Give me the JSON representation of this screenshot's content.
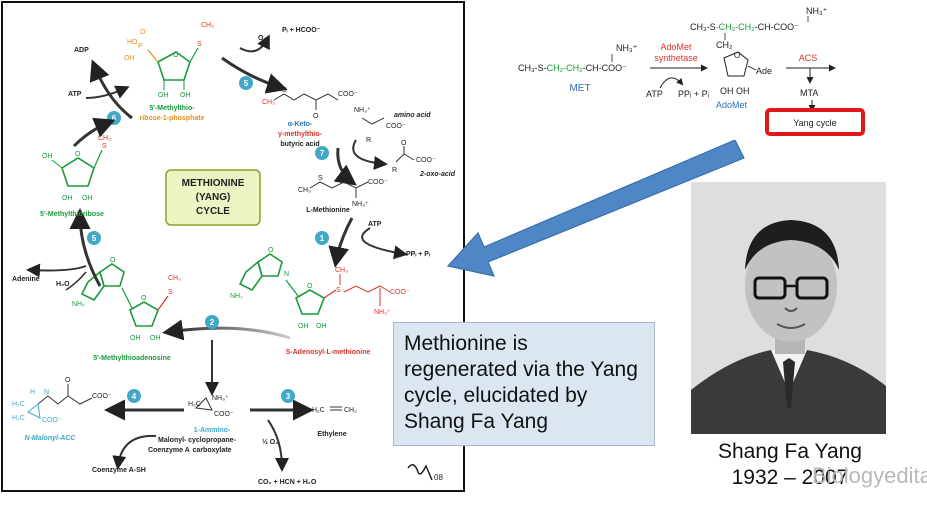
{
  "cycle": {
    "center_title": [
      "METHIONINE",
      "(YANG)",
      "CYCLE"
    ],
    "signature": "08",
    "steps": [
      "1",
      "2",
      "3",
      "4",
      "5",
      "6",
      "7",
      "5"
    ],
    "compounds": {
      "mtr1p": [
        "5'-Methylthio-",
        "ribose-1-phosphate"
      ],
      "kmba": [
        "α-Keto-",
        "γ-methylthio-",
        "butyric acid"
      ],
      "methionine": "L-Methionine",
      "sam": "S-Adenosyl-L-methionine",
      "mta": "5'-Methylthioadenosine",
      "mtr": "5'-Methylthioribose",
      "acc": [
        "1-Ammino-",
        "cyclopropane-",
        "carboxylate"
      ],
      "macc": "N-Malonyl-ACC",
      "ethylene": "Ethylene"
    },
    "reagents": {
      "adp": "ADP",
      "atp_left": "ATP",
      "o2": "O₂",
      "pi_hcoo": "Pᵢ + HCOO⁻",
      "amino_acid": "amino acid",
      "oxo_acid": "2-oxo-acid",
      "atp_right": "ATP",
      "ppi_pi": "PPᵢ + Pᵢ",
      "adenine": "Adenine",
      "h2o": "H₂O",
      "malonyl_coa": [
        "Malonyl-",
        "Coenzyme A"
      ],
      "coa_sh": "Coenzyme A-SH",
      "half_o2": "½ O₂",
      "products": "CO₂ + HCN + H₂O"
    },
    "structure_labels": {
      "ch3": "CH₃",
      "s": "S",
      "coo": "COO⁻",
      "nh2": "NH₂",
      "nh3": "NH₃⁺",
      "oh": "OH",
      "p": "P",
      "o": "O",
      "r": "R",
      "n": "N",
      "h": "H",
      "c": "C",
      "ho": "HO",
      "h3c": "H₃C",
      "ch2": "CH₂",
      "h2c": "H₂C"
    }
  },
  "reaction": {
    "met_formula": [
      "CH₃-S-",
      "CH₂-CH₂",
      "-CH-COO⁻"
    ],
    "met_nh3": "NH₃⁺",
    "met_label": "MET",
    "enzyme1": [
      "AdoMet",
      "synthetase"
    ],
    "atp": "ATP",
    "ppi": "PPᵢ + Pᵢ",
    "adomet_formula": [
      "CH₃-",
      "S",
      "-CH₂-CH₂",
      "-CH-COO⁻"
    ],
    "adomet_nh3": "NH₃⁺",
    "ade": "Ade",
    "oh_oh": "OH OH",
    "adomet_label": "AdoMet",
    "enzyme2": "ACS",
    "mta": "MTA",
    "yang_cycle": "Yang cycle"
  },
  "callout": "Methionine is regenerated via the Yang cycle, elucidated by Shang Fa Yang",
  "portrait": {
    "name": "Shang Fa Yang",
    "years": "1932 – 2007"
  },
  "watermark": "Biologyeditas",
  "colors": {
    "green": "#1a9a3a",
    "red": "#d9332b",
    "orange": "#e8901a",
    "blue": "#2b6fb8",
    "teal": "#41a8c6",
    "callout_bg": "#dce6f1",
    "box_bg": "#eef3c4",
    "yang_red": "#e01818"
  }
}
